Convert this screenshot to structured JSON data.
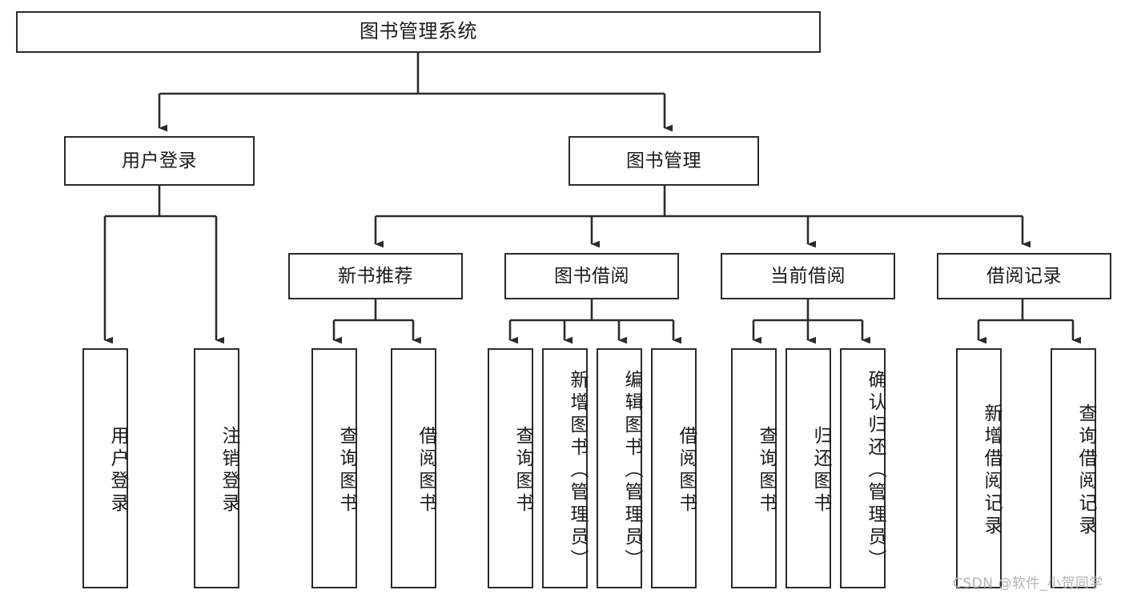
{
  "diagram": {
    "title": "图书管理系统",
    "type": "tree-hierarchy",
    "orientation": "top-down",
    "styles": {
      "box_border_color": "#2b2b2b",
      "box_fill_color": "#ffffff",
      "connector_color": "#2b2b2b",
      "text_color": "#1a1a1a",
      "background_color": "#ffffff",
      "watermark_color": "#b3b3b3"
    },
    "levels": {
      "level0": "系统根节点",
      "level1": "主模块",
      "level2": "子模块",
      "level3": "功能项"
    },
    "nodes": {
      "root": {
        "label": "图书管理系统"
      },
      "level1": [
        {
          "label": "用户登录"
        },
        {
          "label": "图书管理"
        }
      ],
      "level2": [
        {
          "label": "新书推荐"
        },
        {
          "label": "图书借阅"
        },
        {
          "label": "当前借阅"
        },
        {
          "label": "借阅记录"
        }
      ],
      "leaves": {
        "user_login": [
          {
            "label": "用户登录"
          },
          {
            "label": "注销登录"
          }
        ],
        "new_book_recommend": [
          {
            "label": "查询图书"
          },
          {
            "label": "借阅图书"
          }
        ],
        "book_borrow": [
          {
            "label": "查询图书"
          },
          {
            "label": "新增图书（管理员）"
          },
          {
            "label": "编辑图书（管理员）"
          },
          {
            "label": "借阅图书"
          }
        ],
        "current_borrow": [
          {
            "label": "查询图书"
          },
          {
            "label": "归还图书"
          },
          {
            "label": "确认归还（管理员）"
          }
        ],
        "borrow_record": [
          {
            "label": "新增借阅记录"
          },
          {
            "label": "查询借阅记录"
          }
        ]
      }
    },
    "watermark": "CSDN @软件_小贺同学"
  }
}
